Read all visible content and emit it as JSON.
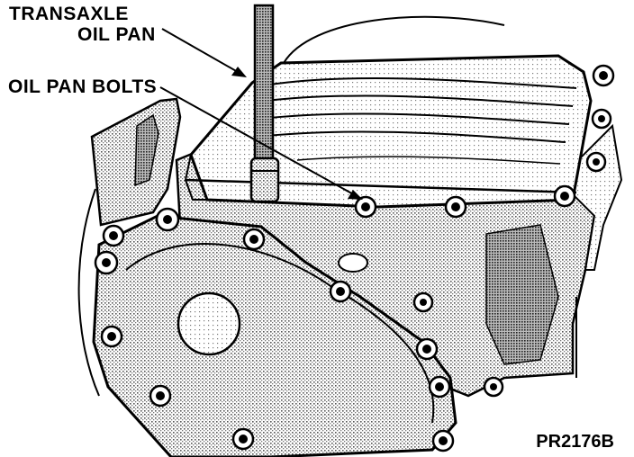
{
  "callouts": {
    "oil_pan_line1": "TRANSAXLE",
    "oil_pan_line2": "OIL PAN",
    "oil_pan_bolts": "OIL PAN BOLTS"
  },
  "figure_code": "PR2176B",
  "colors": {
    "ink": "#000000",
    "paper": "#ffffff",
    "shading": "#9a9a9a"
  }
}
